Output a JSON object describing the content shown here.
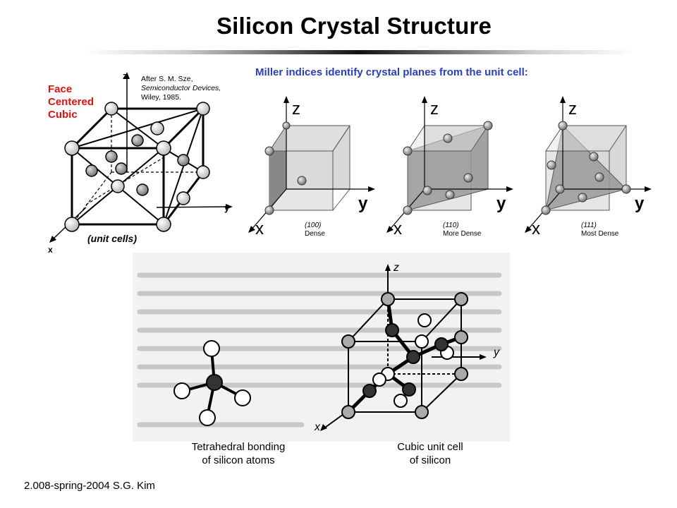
{
  "slide": {
    "title": "Silicon Crystal Structure",
    "subtitle": "Miller indices identify crystal planes from the unit cell:",
    "footer": "2.008-spring-2004 S.G. Kim"
  },
  "fcc_figure": {
    "label_lines": [
      "Face",
      "Centered",
      "Cubic"
    ],
    "reference_lines": [
      "After S. M. Sze,",
      "Semiconductor Devices,",
      "Wiley, 1985."
    ],
    "unit_cells_label": "(unit cells)",
    "axis_z": "z",
    "axis_y": "y",
    "axis_x": "x"
  },
  "miller_planes": [
    {
      "index": "(100)",
      "density": "Dense"
    },
    {
      "index": "(110)",
      "density": "More Dense"
    },
    {
      "index": "(111)",
      "density": "Most Dense"
    }
  ],
  "miller_axes": {
    "z": "z",
    "y": "y",
    "x": "x"
  },
  "scanned_figure": {
    "caption_left": [
      "Tetrahedral bonding",
      "of silicon atoms"
    ],
    "caption_right": [
      "Cubic unit cell",
      "of silicon"
    ],
    "axis_z": "z",
    "axis_y": "y",
    "axis_x": "x"
  },
  "colors": {
    "title_text": "#000000",
    "subtitle_text": "#2b40b8",
    "fcc_label": "#e01010",
    "plane_fill": "#9a9a9a",
    "cube_fill": "#d8d8d8"
  }
}
